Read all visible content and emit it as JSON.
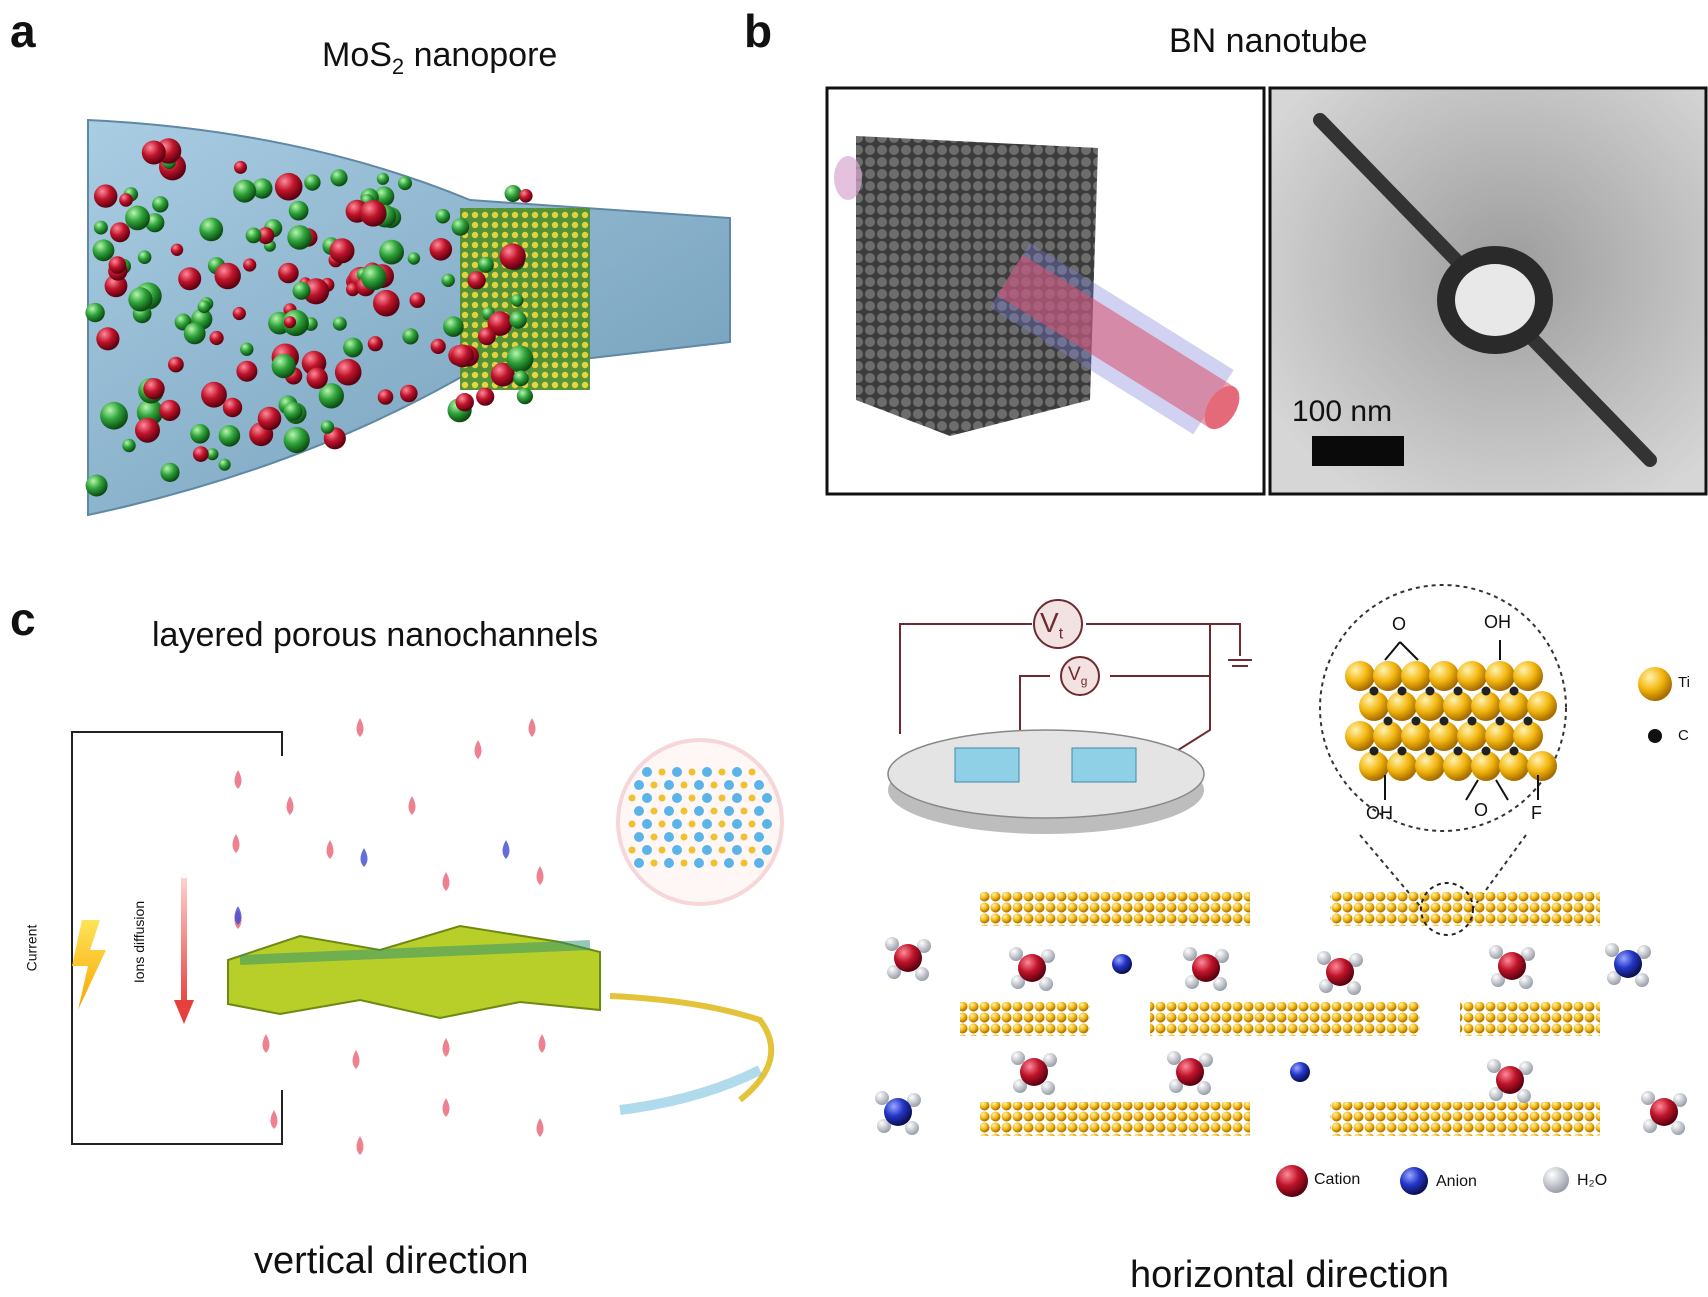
{
  "panel_a": {
    "letter": "a",
    "title_main": "MoS",
    "title_sub": "2",
    "title_rest": " nanopore"
  },
  "panel_b": {
    "letter": "b",
    "title": "BN nanotube",
    "scale_bar": "100 nm"
  },
  "panel_c": {
    "letter": "c",
    "title": "layered porous nanochannels",
    "current_label": "Current",
    "ions_label": "Ions diffusion",
    "vertical_label": "vertical direction",
    "horizontal_label": "horizontal direction",
    "vt_main": "V",
    "vt_sub": "t",
    "vg_main": "V",
    "vg_sub": "g",
    "legend_ti": "Ti",
    "legend_c": "C",
    "chem_o1": "O",
    "chem_oh1": "OH",
    "chem_oh2": "OH",
    "chem_o2": "O",
    "chem_f": "F",
    "legend_cation": "Cation",
    "legend_anion": "Anion",
    "legend_h2o": "H₂O"
  },
  "colors": {
    "cation": "#c0142a",
    "anion": "#2436c8",
    "ion_green": "#2fa43a",
    "pore_blue": "#8fb6cf",
    "ti_gold": "#f3b60f",
    "nanotube_red": "#d8506a"
  }
}
